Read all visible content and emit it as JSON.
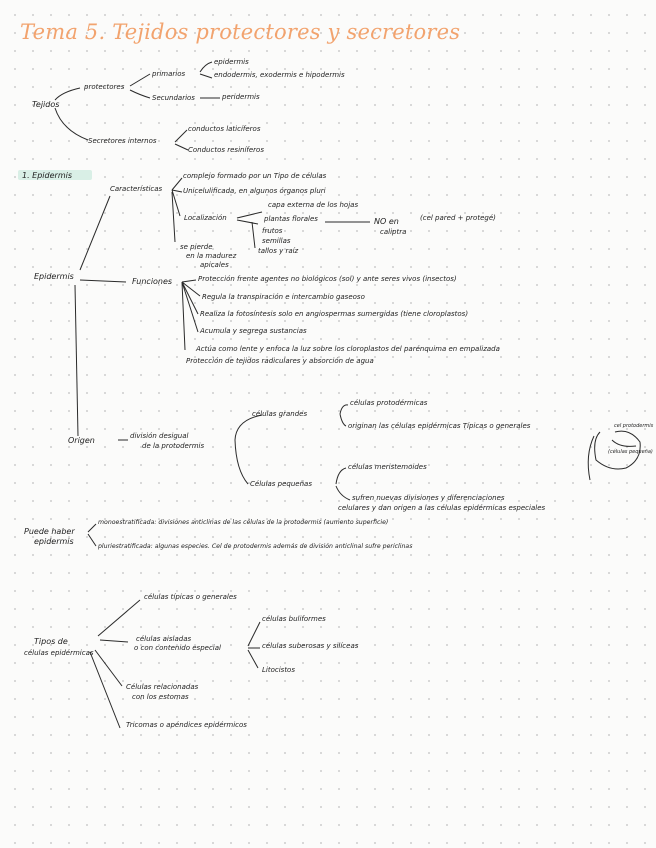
{
  "title": "Tema 5. Tejidos protectores y secretores",
  "tree1": {
    "root": "Tejidos",
    "protectores": "protectores",
    "primarios": "primarios",
    "epidermis": "epidermis",
    "endo": "endodermis, exodermis e hipodermis",
    "secundarios": "Secundarios",
    "peridermis": "peridermis",
    "secretores": "Secretores internos",
    "laticiferos": "conductos laticíferos",
    "resiniferos": "Conductos resiníferos"
  },
  "section": "1. Epidermis",
  "epidermis": {
    "root": "Epidermis",
    "caracteristicas": "Características",
    "c1": "complejo formado por un Tipo de células",
    "c2": "Unicelulificada, en algunos órganos pluri",
    "cubierta": "capa externa de los hojas",
    "localizacion": "Localización",
    "c_plantas": "plantas florales",
    "c_frutos": "frutos",
    "c_semillas": "semillas",
    "c_tallos": "tallos y raíz",
    "no_en": "NO en",
    "caliptra": "caliptra",
    "no_en_note": "(cel pared + protegé)",
    "pierde": "se pierde",
    "pierde2": "en la madurez",
    "pierde3": "apicales",
    "funciones": "Funciones",
    "f1": "Protección frente agentes no biológicos (sol) y ante seres vivos (insectos)",
    "f2": "Regula la transpiración e intercambio gaseoso",
    "f3": "Realiza la fotosíntesis solo en angiospermas sumergidas (tiene cloroplastos)",
    "f4": "Acumula y segrega sustancias",
    "f5": "Actúa como lente y enfoca la luz sobre los cloroplastos del parénquima en empalizada",
    "f6": "Protección de tejidos radiculares y absorción de agua",
    "origen": "Origen",
    "division": "división desigual",
    "division2": "de la protodermis",
    "grandes": "células grandes",
    "g1": "células protodérmicas",
    "g2": "originan las células epidérmicas Típicas o generales",
    "pequenas": "Células pequeñas",
    "p1": "células meristemoides",
    "p2": "sufren nuevas divisiones y diferenciaciones",
    "p3": "celulares y dan origen a las células epidérmicas especiales",
    "sketch_label": "cel protodermis",
    "sketch_label2": "(células pequeña)"
  },
  "puede": {
    "label1": "Puede haber",
    "label2": "epidermis",
    "mono": "monoestratificada: divisiones anticlinas de las células de la protodermis (aumento superficie)",
    "pluri": "pluriestratificada: algunas especies. Cel de protodermis además de división anticlinal sufre periclinas"
  },
  "tipos": {
    "root1": "Tipos de",
    "root2": "células epidérmicas",
    "t1": "células típicas o generales",
    "t2": "células aisladas",
    "t2b": "o con contenido especial",
    "b1": "células buliformes",
    "b2": "células suberosas y silíceas",
    "b3": "Litocistos",
    "t3": "Células relacionadas",
    "t3b": "con los estomas",
    "t4": "Tricomas o apéndices epidérmicos"
  }
}
